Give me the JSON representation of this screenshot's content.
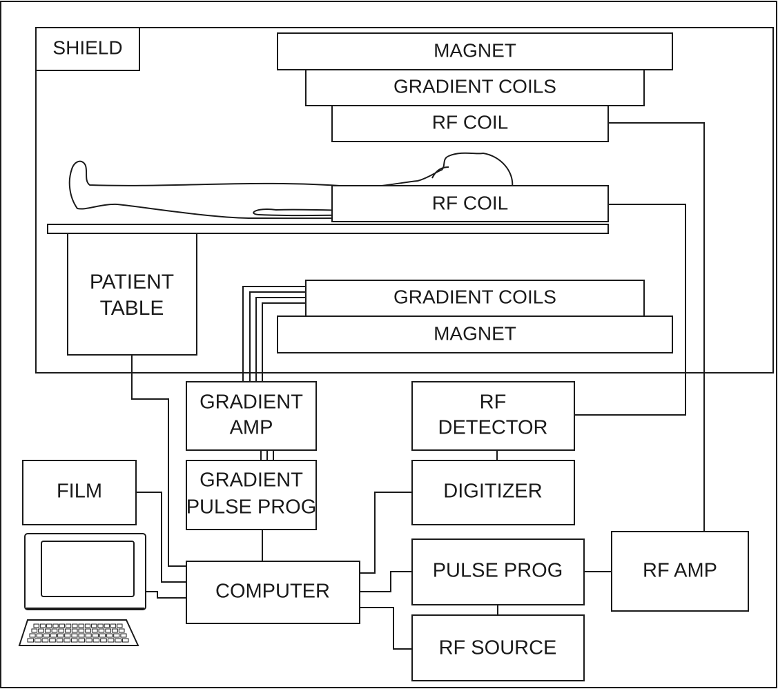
{
  "diagram": {
    "shield_label": "SHIELD",
    "upper_magnet": "MAGNET",
    "upper_gradient_coils": "GRADIENT COILS",
    "upper_rf_coil": "RF COIL",
    "patient_table": [
      "PATIENT",
      "TABLE"
    ],
    "lower_rf_coil": "RF COIL",
    "lower_gradient_coils": "GRADIENT COILS",
    "lower_magnet": "MAGNET",
    "gradient_amp": [
      "GRADIENT",
      "AMP"
    ],
    "rf_detector": [
      "RF",
      "DETECTOR"
    ],
    "film": "FILM",
    "gradient_pulse_prog": [
      "GRADIENT",
      "PULSE PROG"
    ],
    "digitizer": "DIGITIZER",
    "computer": "COMPUTER",
    "pulse_prog": "PULSE PROG",
    "rf_amp": "RF AMP",
    "rf_source": "RF SOURCE"
  }
}
